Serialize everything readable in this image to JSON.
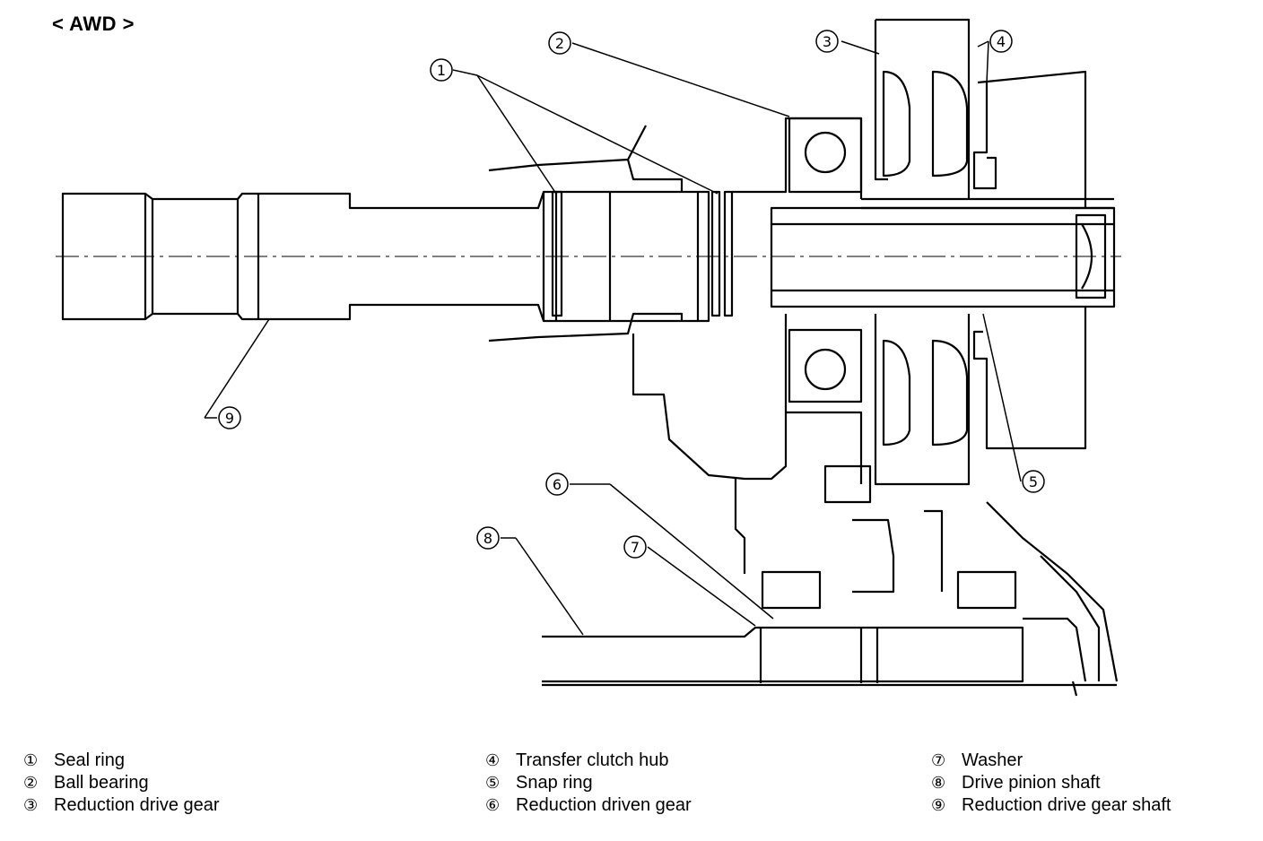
{
  "title": "< AWD >",
  "callouts": [
    "1",
    "2",
    "3",
    "4",
    "5",
    "6",
    "7",
    "8",
    "9"
  ],
  "legend": [
    {
      "num": "①",
      "label": "Seal ring"
    },
    {
      "num": "②",
      "label": "Ball bearing"
    },
    {
      "num": "③",
      "label": "Reduction drive gear"
    },
    {
      "num": "④",
      "label": "Transfer clutch hub"
    },
    {
      "num": "⑤",
      "label": "Snap ring"
    },
    {
      "num": "⑥",
      "label": "Reduction driven gear"
    },
    {
      "num": "⑦",
      "label": "Washer"
    },
    {
      "num": "⑧",
      "label": "Drive pinion shaft"
    },
    {
      "num": "⑨",
      "label": "Reduction drive gear shaft"
    }
  ]
}
